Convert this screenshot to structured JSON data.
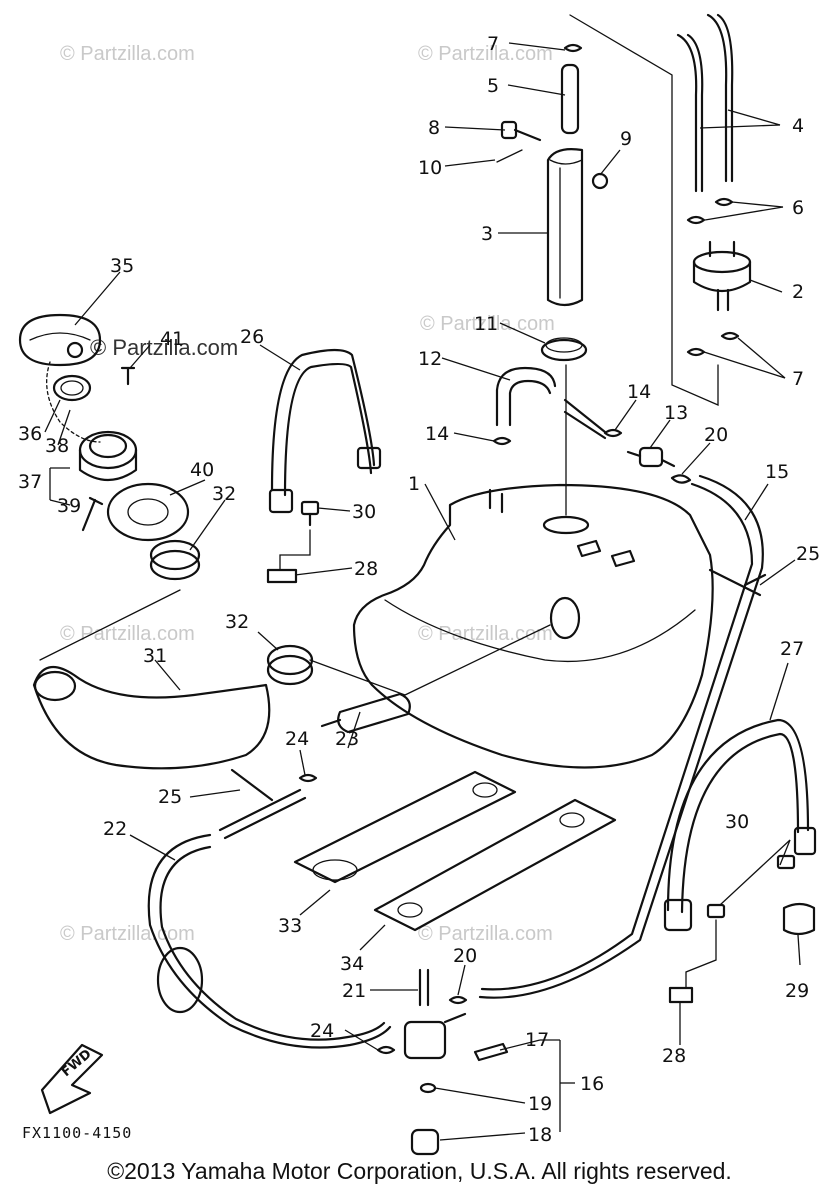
{
  "watermark": "© Partzilla.com",
  "callouts": [
    "1",
    "2",
    "3",
    "4",
    "5",
    "6",
    "7",
    "7",
    "8",
    "9",
    "10",
    "11",
    "12",
    "13",
    "14",
    "14",
    "15",
    "16",
    "17",
    "18",
    "19",
    "20",
    "20",
    "21",
    "22",
    "23",
    "24",
    "24",
    "25",
    "25",
    "26",
    "27",
    "28",
    "28",
    "29",
    "30",
    "30",
    "31",
    "32",
    "32",
    "33",
    "34",
    "35",
    "36",
    "37",
    "38",
    "39",
    "40",
    "41"
  ],
  "direction_label": "FWD",
  "drawing_code": "FX1100-4150",
  "copyright": "©2013  Yamaha Motor Corporation, U.S.A. All rights reserved."
}
